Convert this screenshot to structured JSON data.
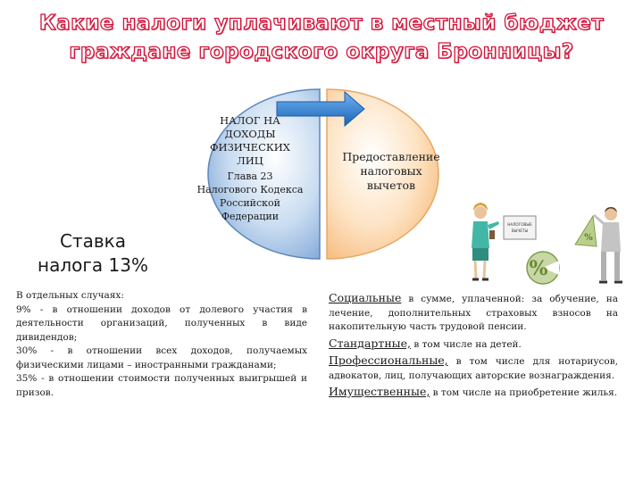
{
  "title": {
    "line1": "Какие налоги уплачивают в местный бюджет",
    "line2": "граждане городского округа Бронницы?"
  },
  "tax_box": {
    "name_lines": [
      "НАЛОГ НА",
      "ДОХОДЫ",
      "ФИЗИЧЕСКИХ",
      "ЛИЦ"
    ],
    "chapter_lines": [
      "Глава 23",
      "Налогового Кодекса",
      "Российской",
      "Федерации"
    ]
  },
  "deduction_box": {
    "lines": [
      "Предоставление",
      "налоговых",
      "вычетов"
    ]
  },
  "rate": {
    "line1": "Ставка",
    "line2": "налога 13%"
  },
  "special_cases": [
    "В отдельных случаях:",
    "9% - в отношении доходов от долевого участия в деятельности организаций, полученных в виде дивидендов;",
    "30% - в отношении всех доходов, получаемых физическими лицами – иностранными гражданами;",
    "35% - в отношении стоимости полученных выигрышей и призов."
  ],
  "deductions": [
    {
      "lead": "Социальные",
      "rest": " в сумме, уплаченной: за обучение, на лечение, дополнительных страховых взносов на накопительную часть трудовой пенсии."
    },
    {
      "lead": "Стандартные,",
      "rest": " в том числе на детей."
    },
    {
      "lead": "Профессиональные,",
      "rest": " в том числе для нотариусов, адвокатов, лиц, получающих авторские вознаграждения."
    },
    {
      "lead": "Имущественные,",
      "rest": " в том числе на приобретение жилья."
    }
  ],
  "illustration": {
    "icon": "people-taxes-illustration",
    "sign_text": "НАЛОГОВЫЕ ВЫЧЕТЫ"
  },
  "colors": {
    "title_stroke": "#d2143a",
    "left_fill": "#a9c7e8",
    "right_fill": "#fbd9b0",
    "arrow": "#2a7fd1"
  }
}
